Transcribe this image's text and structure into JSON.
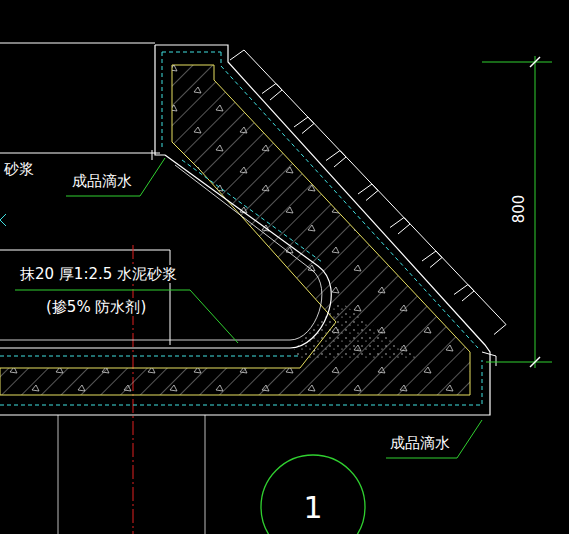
{
  "diagram": {
    "nodes": [
      {
        "text": [
          "1"
        ]
      }
    ],
    "labels": [
      "砂浆",
      "成品滴水",
      "抹20 厚1:2.5 水泥砂浆",
      "(掺5% 防水剂)",
      "800",
      "成品滴水"
    ]
  }
}
